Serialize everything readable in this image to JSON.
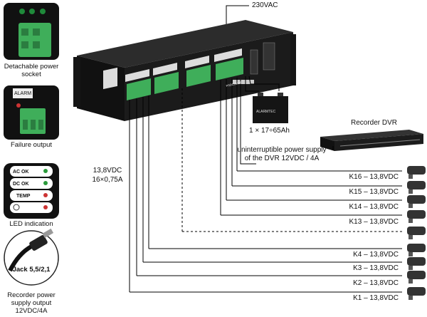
{
  "sidebar": {
    "power_socket": "Detachable power socket",
    "failure_output": "Failure output",
    "alarm_label": "ALARM",
    "led_indication": "LED indication",
    "led_items": [
      "AC OK",
      "DC OK",
      "TEMP",
      ""
    ],
    "jack_label": "Jack 5,5/2,1",
    "recorder_output": "Recorder power supply output 12VDC/4A"
  },
  "diagram": {
    "mains": "230VAC",
    "battery": "1 × 17÷65Ah",
    "battery_brand": "ALARMTEC",
    "recorder": "Recorder DVR",
    "ups_note": "uninterruptible power supply of the DVR 12VDC / 4A",
    "group_voltage": "13,8VDC",
    "group_outputs": "16×0,75A",
    "device_model": "PSDC16138",
    "channels_top": [
      "K16 – 13,8VDC",
      "K15 – 13,8VDC",
      "K14 – 13,8VDC",
      "K13 – 13,8VDC"
    ],
    "channels_bottom": [
      "K4 – 13,8VDC",
      "K3 – 13,8VDC",
      "K2 – 13,8VDC",
      "K1 – 13,8VDC"
    ]
  },
  "colors": {
    "chassis": "#1b1b1b",
    "terminal": "#3fae5a",
    "line": "#000000"
  }
}
